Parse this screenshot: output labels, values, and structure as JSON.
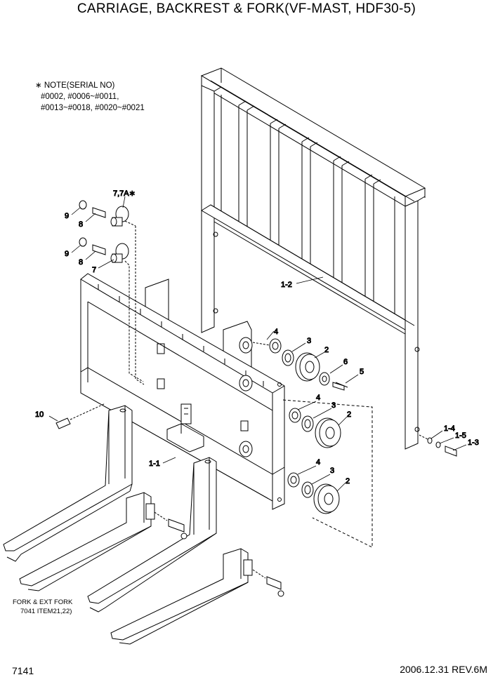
{
  "title": "CARRIAGE, BACKREST & FORK(VF-MAST, HDF30-5)",
  "note": {
    "line1": "∗ NOTE(SERIAL NO)",
    "line2": "#0002, #0006~#0011,",
    "line3": "#0013~#0018, #0020~#0021"
  },
  "fork_note": {
    "line1": "FORK & EXT FORK",
    "line2": "7041 ITEM21,22)"
  },
  "page_number": "7141",
  "revision": "2006.12.31  REV.6M",
  "callouts": {
    "c_7_7a": "7,7A∗",
    "c_9a": "9",
    "c_8a": "8",
    "c_9b": "9",
    "c_8b": "8",
    "c_7": "7",
    "c_1_2": "1-2",
    "c_4a": "4",
    "c_3a": "3",
    "c_2a": "2",
    "c_6": "6",
    "c_5": "5",
    "c_4b": "4",
    "c_3b": "3",
    "c_2b": "2",
    "c_4c": "4",
    "c_3c": "3",
    "c_2c": "2",
    "c_10": "10",
    "c_1_1": "1-1",
    "c_1_4": "1-4",
    "c_1_5": "1-5",
    "c_1_3": "1-3"
  }
}
